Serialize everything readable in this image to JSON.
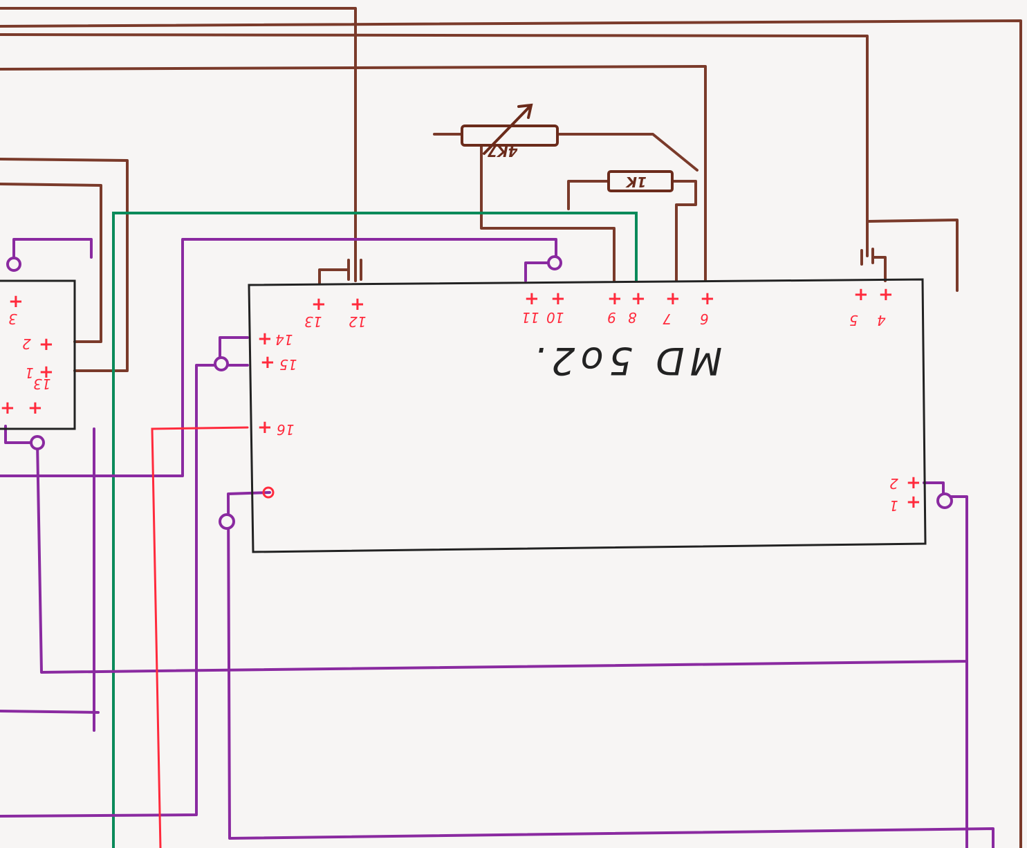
{
  "diagram": {
    "main_chip": {
      "label": "MD 5o2.",
      "pins": {
        "p1": "1",
        "p2": "2",
        "p4": "4",
        "p5": "5",
        "p6": "6",
        "p7": "7",
        "p8": "8",
        "p9": "9",
        "p10": "10",
        "p11": "11",
        "p12": "12",
        "p13": "13",
        "p14": "14",
        "p15": "15",
        "p16": "16"
      }
    },
    "left_chip": {
      "pins": {
        "p1": "1",
        "p2": "2",
        "p3": "3",
        "p13": "13"
      }
    },
    "potentiometer": {
      "label": "4K7"
    },
    "resistor": {
      "label": "1K"
    },
    "colors": {
      "brown_wire": "#7a3a2a",
      "purple_wire": "#8a2aa0",
      "green_wire": "#0a8a5a",
      "red_wire": "#ff2a3c",
      "chip_outline": "#222222",
      "paper": "#f7f5f4"
    }
  }
}
